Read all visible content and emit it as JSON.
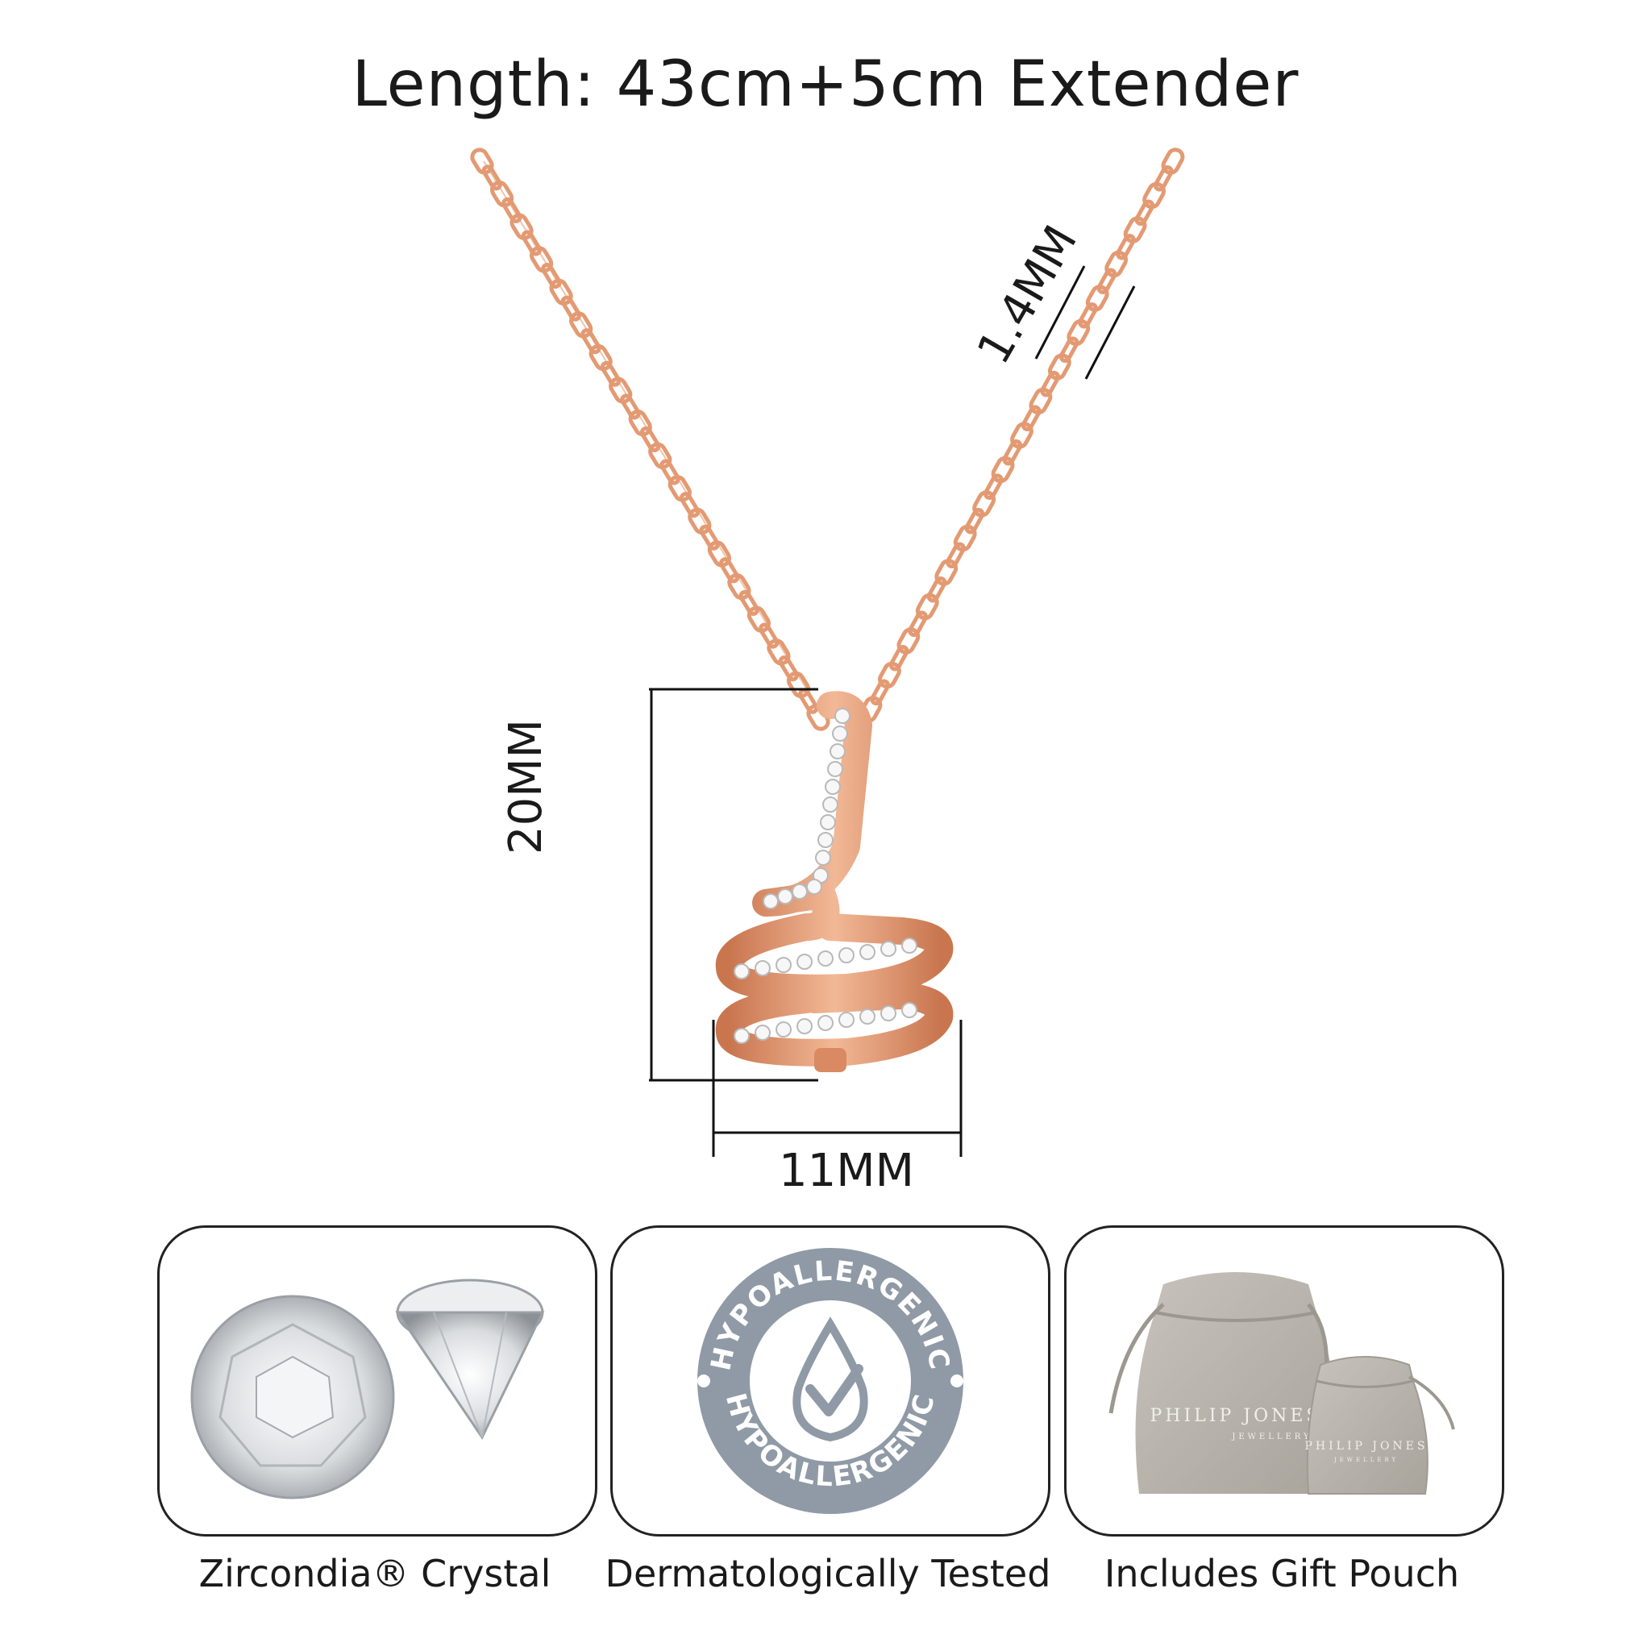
{
  "header": {
    "title": "Length: 43cm+5cm Extender"
  },
  "dimensions": {
    "width_label": "11MM",
    "height_label": "20MM",
    "chain_label": "1.4MM"
  },
  "features": [
    {
      "icon": "crystal-icon",
      "label": "Zircondia® Crystal"
    },
    {
      "icon": "hypoallergenic-badge-icon",
      "label": "Dermatologically Tested",
      "badge_text": "HYPOALLERGENIC"
    },
    {
      "icon": "gift-pouch-icon",
      "label": "Includes Gift Pouch",
      "pouch_brand": "PHILIP JONES",
      "pouch_sub": "JEWELLERY"
    }
  ],
  "colors": {
    "rose_gold": "#e8a07a",
    "rose_gold_dark": "#c9764f",
    "badge_grey": "#8f9aa6",
    "pouch_grey": "#b9b5ae"
  }
}
